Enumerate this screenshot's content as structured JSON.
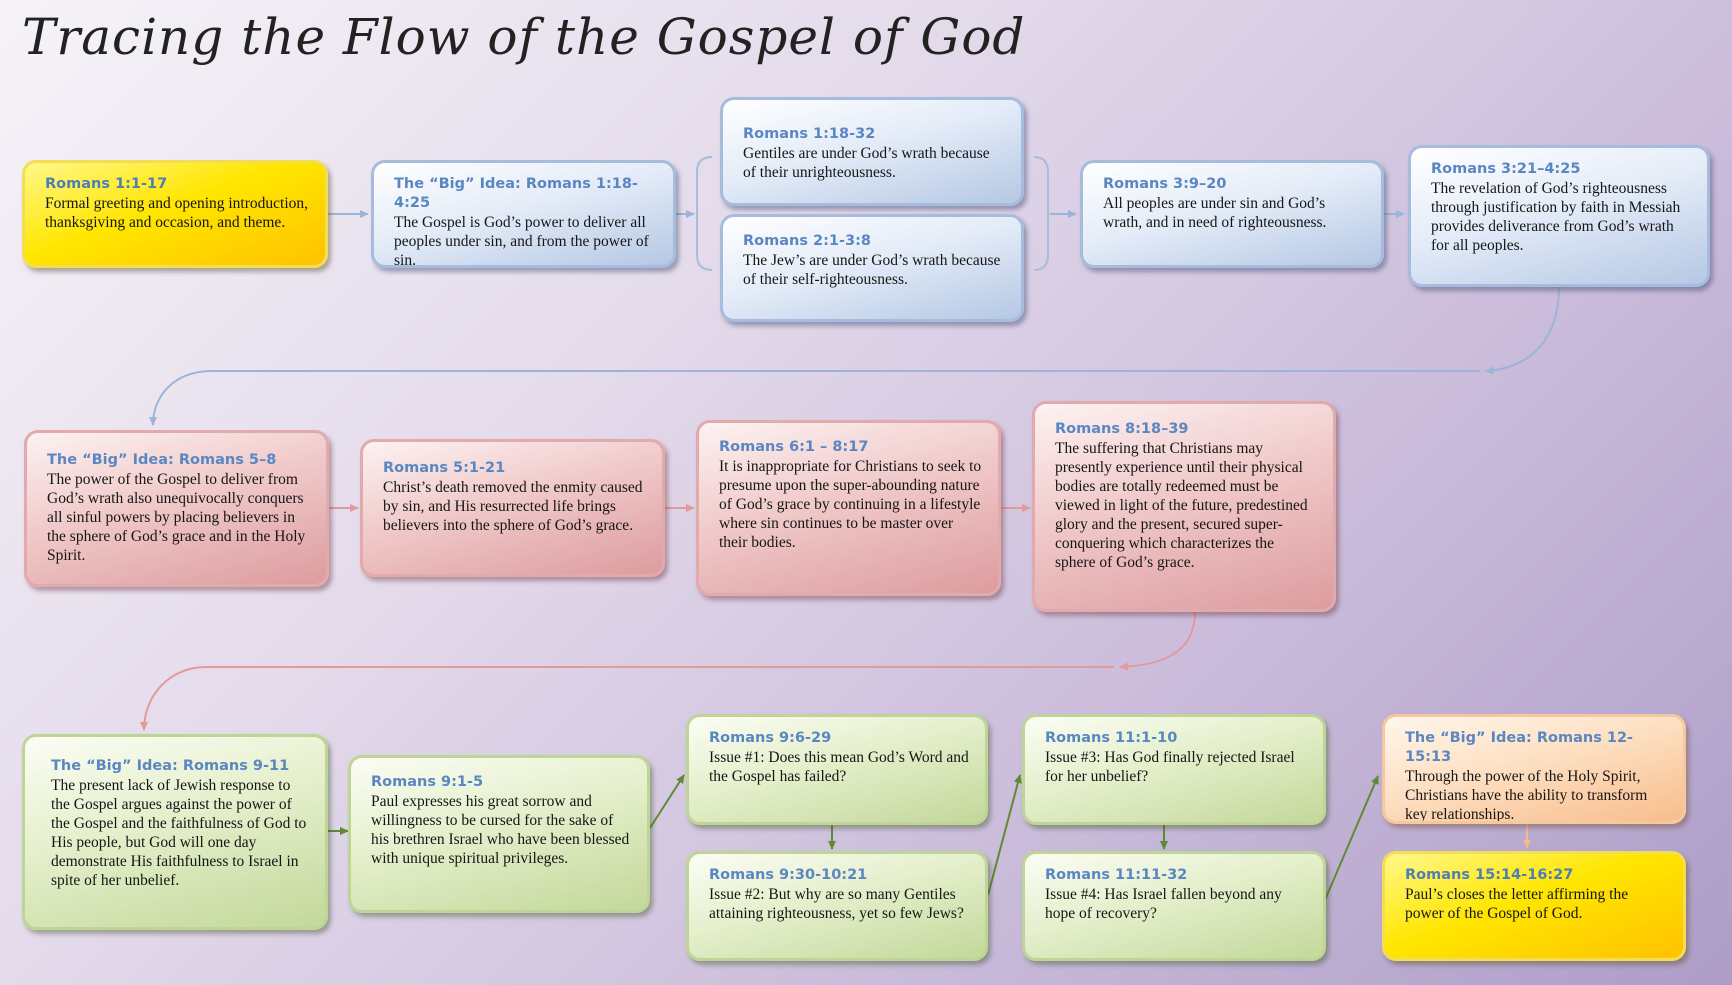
{
  "title": "Tracing the Flow of the Gospel of God",
  "colors": {
    "yellow_box": "#ffe600",
    "blue_box": "#b5c8e4",
    "red_box": "#dd9c9f",
    "green_box": "#c3d89a",
    "orange_box": "#f8bd8c",
    "blue_connector": "#9ab4da",
    "red_connector": "#e39a9a",
    "green_connector": "#5e8a32",
    "heading_text": "#5a87c2"
  },
  "boxes": {
    "b1": {
      "head": "Romans 1:1-17",
      "body": "Formal greeting and opening introduction, thanksgiving and occasion, and theme."
    },
    "b2": {
      "head": "The “Big” Idea: Romans 1:18-4:25",
      "body": "The Gospel is God’s power to deliver all peoples under sin, and from the power of sin."
    },
    "b3": {
      "head": "Romans 1:18-32",
      "body": "Gentiles are under God’s wrath because of their unrighteousness."
    },
    "b4": {
      "head": "Romans 2:1-3:8",
      "body": "The Jew’s are under God’s wrath because of their self-righteousness."
    },
    "b5": {
      "head": "Romans 3:9–20",
      "body": "All peoples are under sin and God’s wrath, and in need of righteousness."
    },
    "b6": {
      "head": "Romans 3:21–4:25",
      "body": "The revelation of God’s righteousness through justification by faith in Messiah provides deliverance from God’s wrath for all peoples."
    },
    "b7": {
      "head": "The “Big” Idea: Romans 5–8",
      "body": "The power of the Gospel to deliver from God’s wrath also unequivocally conquers all sinful powers by placing believers in the sphere of God’s grace and in the Holy Spirit."
    },
    "b8": {
      "head": "Romans 5:1-21",
      "body": "Christ’s death removed the enmity caused by sin, and His resurrected life brings believers into the sphere of God’s grace."
    },
    "b9": {
      "head": "Romans 6:1 – 8:17",
      "body": "It is inappropriate for Christians to seek to presume upon the super-abounding nature of God’s grace by continuing in a lifestyle where sin continues to be master over their bodies."
    },
    "b10": {
      "head": "Romans 8:18–39",
      "body": "The suffering that Christians may presently experience until their physical bodies are totally redeemed must be viewed in light of the future, predestined glory and the present, secured super-conquering which characterizes the sphere of God’s grace."
    },
    "b11": {
      "head": "The “Big” Idea: Romans 9-11",
      "body": "The present lack of Jewish response to the Gospel argues against the power of the Gospel and the faithfulness of God to His people, but God will one day demonstrate His faithfulness to Israel in spite of her unbelief."
    },
    "b12": {
      "head": "Romans 9:1-5",
      "body": "Paul expresses his great sorrow and willingness to be cursed for the sake of his brethren Israel who have been blessed with unique spiritual privileges."
    },
    "b13": {
      "head": "Romans 9:6-29",
      "body": "Issue #1: Does this mean God’s Word and the Gospel has failed?"
    },
    "b14": {
      "head": "Romans 9:30-10:21",
      "body": "Issue #2: But why are so many Gentiles attaining righteousness, yet so few Jews?"
    },
    "b15": {
      "head": "Romans 11:1-10",
      "body": "Issue #3: Has God finally rejected Israel for her unbelief?"
    },
    "b16": {
      "head": "Romans 11:11-32",
      "body": "Issue #4: Has Israel fallen beyond any hope of recovery?"
    },
    "b17": {
      "head": "The “Big” Idea: Romans 12-15:13",
      "body": "Through the power of the Holy Spirit, Christians have the ability to transform key relationships."
    },
    "b18": {
      "head": "Romans 15:14-16:27",
      "body": "Paul’s closes the letter affirming the power of the Gospel of God."
    }
  }
}
